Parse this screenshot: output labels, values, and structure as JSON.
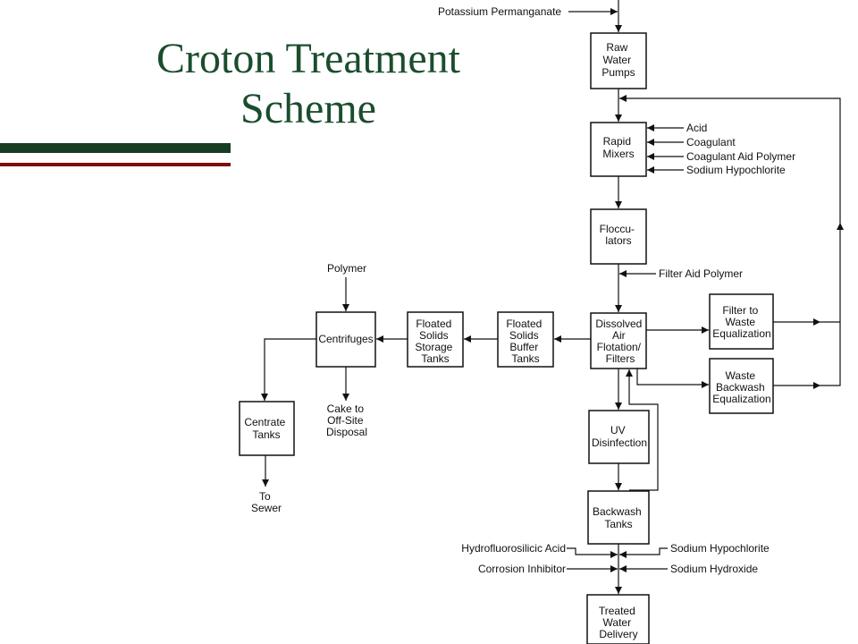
{
  "title": {
    "line1": "Croton Treatment",
    "line2": "Scheme"
  },
  "boxes": {
    "raw_water_pumps": [
      "Raw",
      "Water",
      "Pumps"
    ],
    "rapid_mixers": [
      "Rapid",
      "Mixers"
    ],
    "flocculators": [
      "Floccu-",
      "lators"
    ],
    "daf_filters": [
      "Dissolved",
      "Air",
      "Flotation/",
      "Filters"
    ],
    "filter_to_waste": [
      "Filter to",
      "Waste",
      "Equalization"
    ],
    "waste_backwash": [
      "Waste",
      "Backwash",
      "Equalization"
    ],
    "uv_disinfection": [
      "UV",
      "Disinfection"
    ],
    "backwash_tanks": [
      "Backwash",
      "Tanks"
    ],
    "treated_water": [
      "Treated",
      "Water",
      "Delivery"
    ],
    "buffer_tanks": [
      "Floated",
      "Solids",
      "Buffer",
      "Tanks"
    ],
    "storage_tanks": [
      "Floated",
      "Solids",
      "Storage",
      "Tanks"
    ],
    "centrifuges": [
      "Centrifuges"
    ],
    "centrate_tanks": [
      "Centrate",
      "Tanks"
    ]
  },
  "labels": {
    "potassium_permanganate": "Potassium Permanganate",
    "acid": "Acid",
    "coagulant": "Coagulant",
    "coagulant_aid_polymer": "Coagulant Aid Polymer",
    "sodium_hypochlorite_1": "Sodium Hypochlorite",
    "filter_aid_polymer": "Filter Aid Polymer",
    "polymer": "Polymer",
    "cake_disposal": [
      "Cake to",
      "Off-Site",
      "Disposal"
    ],
    "to_sewer": [
      "To",
      "Sewer"
    ],
    "hydrofluorosilicic_acid": "Hydrofluorosilicic Acid",
    "corrosion_inhibitor": "Corrosion Inhibitor",
    "sodium_hypochlorite_2": "Sodium Hypochlorite",
    "sodium_hydroxide": "Sodium Hydroxide"
  }
}
